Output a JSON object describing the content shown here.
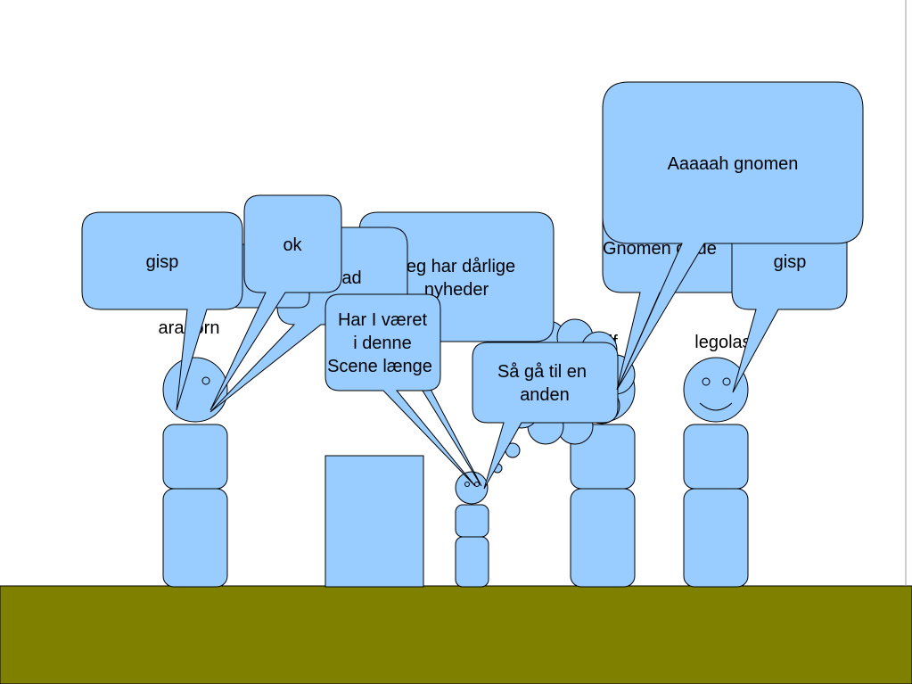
{
  "colors": {
    "shape_fill": "#99ccff",
    "outline": "#000000",
    "ground": "#808000",
    "background": "#ffffff"
  },
  "characters": {
    "aragorn_label": "aragorn",
    "gandalf_label": "gandalf",
    "legolas_label": "legolas"
  },
  "bubbles": {
    "gisp_left": "gisp",
    "ok": "ok",
    "hvad": "hvad",
    "bad_news_line1": "Jeg har dårlige",
    "bad_news_line2": "nyheder",
    "gnome_line1": "Gnomen døde",
    "aaaah": "Aaaaah gnomen",
    "gisp_right": "gisp",
    "scene_q_line1": "Har I været",
    "scene_q_line2": "i denne",
    "scene_q_line3": "Scene længe",
    "go_line1": "Så gå til en",
    "go_line2": "anden"
  },
  "icons": {
    "door": "door-shape",
    "cloud": "cloud-shape",
    "ground": "ground-strip"
  }
}
